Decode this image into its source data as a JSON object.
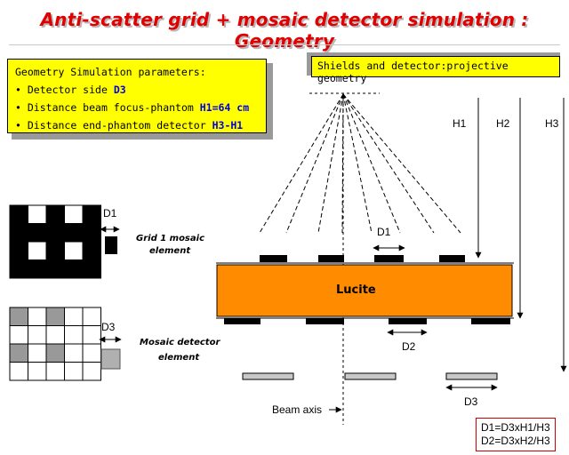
{
  "title": "Anti-scatter grid + mosaic detector simulation : Geometry",
  "params": {
    "heading": "Geometry Simulation parameters:",
    "items": [
      {
        "bullet": "•",
        "text": "Detector side ",
        "value": "D3"
      },
      {
        "bullet": "•",
        "text": "Distance beam focus-phantom ",
        "value": "H1=64 cm"
      },
      {
        "bullet": "•",
        "text": "Distance end-phantom detector ",
        "value": "H3-H1"
      }
    ]
  },
  "shields_label": "Shields and detector:projective geometry",
  "formula": [
    "D1=D3xH1/H3",
    "D2=D3xH2/H3"
  ],
  "labels": {
    "d1_left": "D1",
    "d3_left": "D3",
    "grid_element_line1": "Grid 1  mosaic",
    "grid_element_line2": "element",
    "detector_element_line1": "Mosaic detector",
    "detector_element_line2": "element",
    "d1_right": "D1",
    "d2_right": "D2",
    "d3_right": "D3",
    "h1": "H1",
    "h2": "H2",
    "h3": "H3",
    "lucite": "Lucite",
    "beam_axis": "Beam axis"
  },
  "colors": {
    "title": "#e00000",
    "highlight_box": "#ffff00",
    "parameter_value": "#0000e0",
    "lucite": "#ff8c00",
    "shield": "#000000",
    "detector": "#c8c8c8",
    "grey_cell": "#999999",
    "formula_border": "#cc0000"
  },
  "grid_pattern": [
    [
      1,
      0,
      1,
      0,
      1
    ],
    [
      1,
      1,
      1,
      1,
      1
    ],
    [
      1,
      0,
      1,
      0,
      1
    ],
    [
      1,
      1,
      1,
      1,
      1
    ]
  ],
  "detector_pattern": [
    [
      1,
      0,
      1,
      0,
      0
    ],
    [
      0,
      0,
      0,
      0,
      0
    ],
    [
      1,
      0,
      1,
      0,
      0
    ],
    [
      0,
      0,
      0,
      0,
      0
    ]
  ]
}
